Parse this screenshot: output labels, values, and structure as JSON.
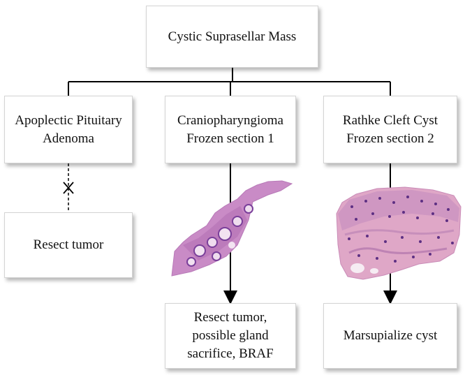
{
  "root": {
    "label": "Cystic Suprasellar Mass"
  },
  "branches": [
    {
      "line1": "Apoplectic Pituitary",
      "line2": "Adenoma"
    },
    {
      "line1": "Craniopharyngioma",
      "line2": "Frozen section 1"
    },
    {
      "line1": "Rathke Cleft Cyst",
      "line2": "Frozen section 2"
    }
  ],
  "outcomes": [
    {
      "line1": "Resect tumor"
    },
    {
      "line1": "Resect tumor,",
      "line2": "possible gland",
      "line3": "sacrifice, BRAF"
    },
    {
      "line1": "Marsupialize cyst"
    }
  ],
  "colors": {
    "line": "#000000",
    "box_border": "#d4d4d4",
    "histology_pink": "#c98bc6",
    "histology_purple": "#7a3f9a"
  }
}
